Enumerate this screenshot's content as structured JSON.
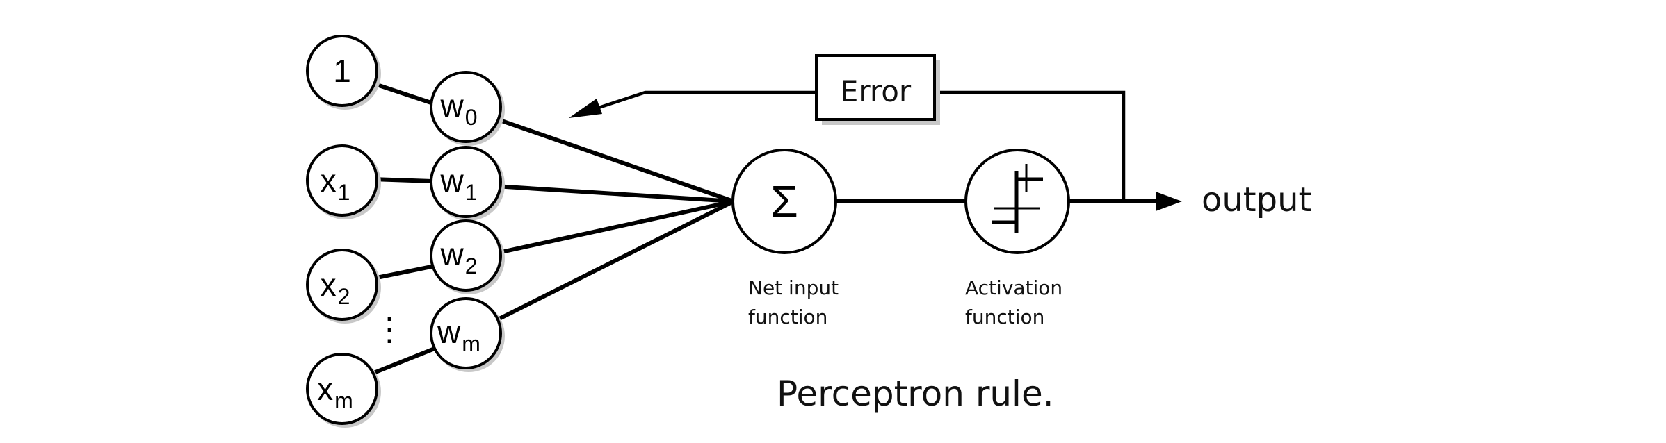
{
  "inputs": [
    {
      "main": "1",
      "sub": ""
    },
    {
      "main": "x",
      "sub": "1"
    },
    {
      "main": "x",
      "sub": "2"
    },
    {
      "main": "x",
      "sub": "m"
    }
  ],
  "weights": [
    {
      "main": "w",
      "sub": "0"
    },
    {
      "main": "w",
      "sub": "1"
    },
    {
      "main": "w",
      "sub": "2"
    },
    {
      "main": "w",
      "sub": "m"
    }
  ],
  "ellipsis": "⋮",
  "net_input": {
    "symbol": "Σ",
    "caption_line1": "Net input",
    "caption_line2": "function"
  },
  "activation": {
    "caption_line1": "Activation",
    "caption_line2": "function"
  },
  "error_label": "Error",
  "output_label": "output",
  "title": "Perceptron rule."
}
